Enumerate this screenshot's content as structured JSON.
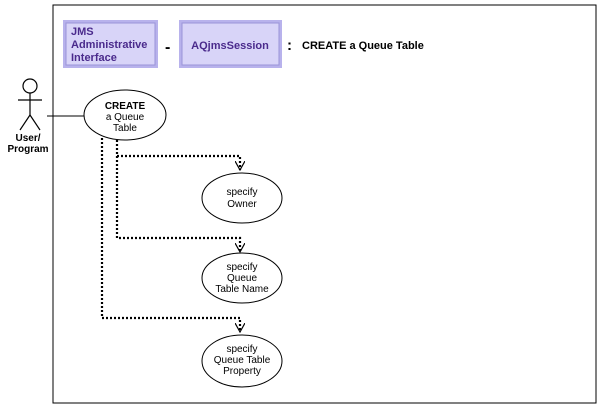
{
  "header": {
    "box1_lines": [
      "JMS",
      "Administrative",
      "Interface"
    ],
    "separator": "-",
    "box2_label": "AQjmsSession",
    "colon": ":",
    "title": "CREATE a Queue Table"
  },
  "actor": {
    "lines": [
      "User/",
      "Program"
    ]
  },
  "nodes": {
    "create": {
      "line1": "CREATE",
      "line2": "a Queue",
      "line3": "Table"
    },
    "owner": {
      "line1": "specify",
      "line2": "Owner"
    },
    "table_name": {
      "line1": "specify",
      "line2": "Queue",
      "line3": "Table Name"
    },
    "property": {
      "line1": "specify",
      "line2": "Queue Table",
      "line3": "Property"
    }
  },
  "colors": {
    "box_fill": "#d8d4f8",
    "box_border": "#9a94d8",
    "box_text": "#4a2a8c",
    "line": "#000000"
  }
}
